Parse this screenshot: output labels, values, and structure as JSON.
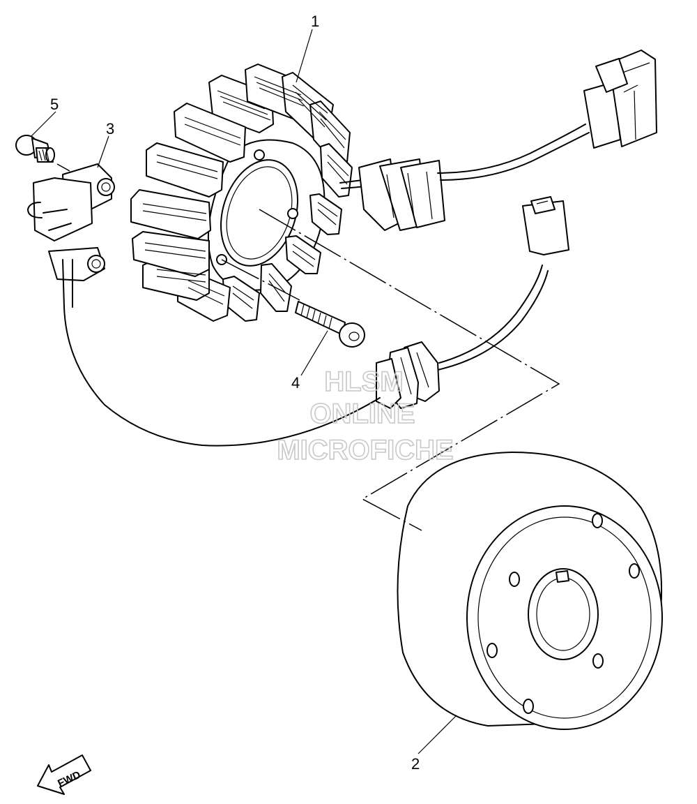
{
  "diagram": {
    "callouts": [
      {
        "id": "1",
        "label": "1"
      },
      {
        "id": "2",
        "label": "2"
      },
      {
        "id": "3",
        "label": "3"
      },
      {
        "id": "4",
        "label": "4"
      },
      {
        "id": "5",
        "label": "5"
      }
    ],
    "watermark": {
      "line1": "HLSM",
      "line2": "ONLINE",
      "line3": "MICROFICHE",
      "color": "#c8c8c8"
    },
    "direction_badge": "FWD",
    "line_color": "#000000",
    "background": "#ffffff"
  }
}
